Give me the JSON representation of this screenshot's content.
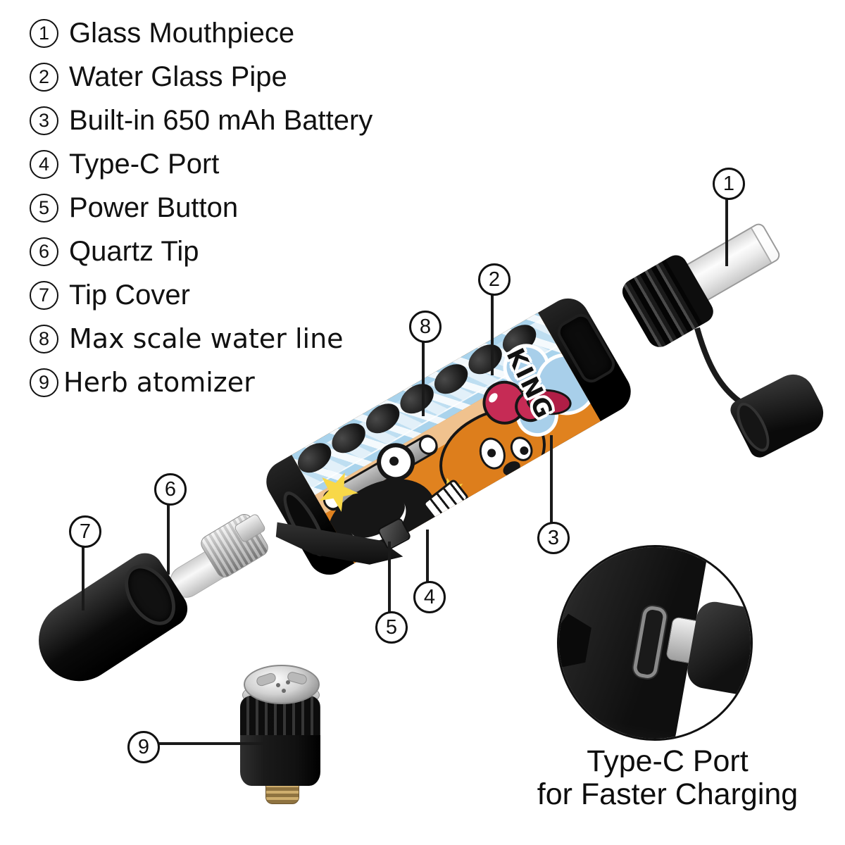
{
  "parts_list": {
    "items": [
      {
        "num": "1",
        "label": "Glass Mouthpiece"
      },
      {
        "num": "2",
        "label": "Water Glass Pipe"
      },
      {
        "num": "3",
        "label": "Built-in 650 mAh Battery"
      },
      {
        "num": "4",
        "label": "Type-C Port"
      },
      {
        "num": "5",
        "label": "Power Button"
      },
      {
        "num": "6",
        "label": "Quartz Tip"
      },
      {
        "num": "7",
        "label": "Tip Cover"
      },
      {
        "num": "8",
        "label": "Max scale water line"
      },
      {
        "num": "9",
        "label": "Herb atomizer"
      }
    ]
  },
  "callouts": [
    {
      "num": "1"
    },
    {
      "num": "2"
    },
    {
      "num": "3"
    },
    {
      "num": "4"
    },
    {
      "num": "5"
    },
    {
      "num": "6"
    },
    {
      "num": "7"
    },
    {
      "num": "8"
    },
    {
      "num": "9"
    }
  ],
  "device": {
    "banner_text": "KING"
  },
  "inset": {
    "caption_line1": "Type-C Port",
    "caption_line2": "for Faster Charging"
  },
  "colors": {
    "body_orange": "#E0821F",
    "sky_blue": "#A9D3EC",
    "tan": "#F0C28E",
    "yellow_star": "#F8D848",
    "cherry_red": "#C62B55",
    "line_black": "#1A1A1A"
  }
}
